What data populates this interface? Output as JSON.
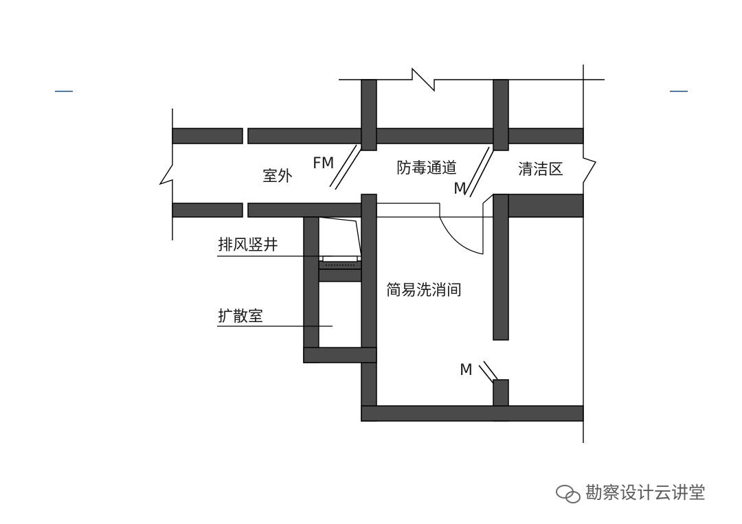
{
  "diagram": {
    "rooms": {
      "outdoor": "室外",
      "gas_lock_passage": "防毒通道",
      "clean_zone": "清洁区",
      "decon_room": "简易洗消间"
    },
    "callouts": {
      "exhaust_shaft": "排风竖井",
      "diffusion_room": "扩散室"
    },
    "door_marks": {
      "outer_door": "FM",
      "passage_door": "M",
      "decon_door": "M"
    }
  },
  "watermark": {
    "text": "勘察设计云讲堂",
    "icon": "wechat-icon"
  },
  "colors": {
    "wall_fill": "#4a4a4a",
    "line": "#000000",
    "accent_line": "#1f4e79"
  }
}
